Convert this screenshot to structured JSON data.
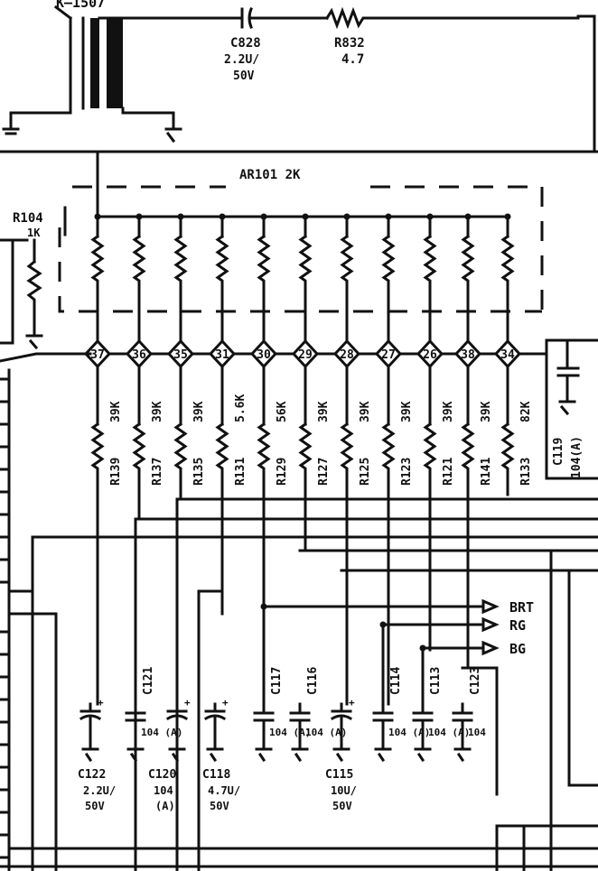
{
  "top": {
    "transformer_ref": "K—1507",
    "cap_top_ref": "C828",
    "cap_top_value": [
      "2.2U/",
      "50V"
    ],
    "res_top_ref": "R832",
    "res_top_value": "4.7"
  },
  "network": {
    "label": "AR101  2K",
    "pins": [
      "37",
      "36",
      "35",
      "31",
      "30",
      "29",
      "28",
      "27",
      "26",
      "38",
      "34"
    ]
  },
  "r104": {
    "ref": "R104",
    "value": "1K"
  },
  "resistors": [
    {
      "ref": "R139",
      "value": "39K"
    },
    {
      "ref": "R137",
      "value": "39K"
    },
    {
      "ref": "R135",
      "value": "39K"
    },
    {
      "ref": "R131",
      "value": "5.6K"
    },
    {
      "ref": "R129",
      "value": "56K"
    },
    {
      "ref": "R127",
      "value": "39K"
    },
    {
      "ref": "R125",
      "value": "39K"
    },
    {
      "ref": "R123",
      "value": "39K"
    },
    {
      "ref": "R121",
      "value": "39K"
    },
    {
      "ref": "R141",
      "value": "39K"
    },
    {
      "ref": "R133",
      "value": "82K"
    }
  ],
  "c119": {
    "ref": "C119",
    "value": "104(A)"
  },
  "outputs": [
    "BRT",
    "RG",
    "BG"
  ],
  "caps_bottom": [
    {
      "ref": "C121",
      "value": "104 (A)"
    },
    {
      "ref": "C117",
      "value": "104 (A)"
    },
    {
      "ref": "C116",
      "value": "104 (A)"
    },
    {
      "ref": "C114",
      "value": "104 (A)"
    },
    {
      "ref": "C113",
      "value": "104 (A)"
    },
    {
      "ref": "C123",
      "value": "104"
    }
  ],
  "caps_electro": [
    {
      "ref": "C122",
      "value": [
        "2.2U/",
        "50V"
      ]
    },
    {
      "ref": "C120",
      "value": [
        "104",
        "(A)"
      ]
    },
    {
      "ref": "C118",
      "value": [
        "4.7U/",
        "50V"
      ]
    },
    {
      "ref": "C115",
      "value": [
        "10U/",
        "50V"
      ]
    }
  ]
}
